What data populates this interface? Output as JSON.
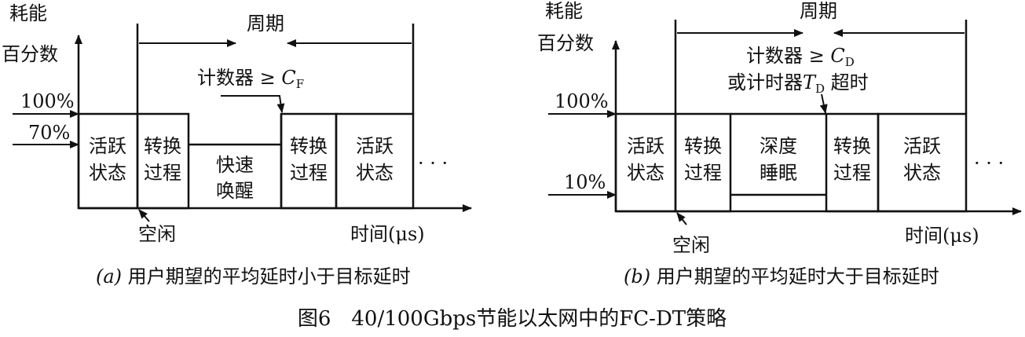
{
  "panel_a": {
    "y_label_1": "耗能",
    "y_label_2": "百分数",
    "period": "周期",
    "level_high": "100%",
    "level_low": "70%",
    "counter_prefix": "计数器 ≥ ",
    "counter_var": "C",
    "counter_sub": "F",
    "states": {
      "active1_l1": "活跃",
      "active1_l2": "状态",
      "trans1_l1": "转换",
      "trans1_l2": "过程",
      "wake_l1": "快速",
      "wake_l2": "唤醒",
      "trans2_l1": "转换",
      "trans2_l2": "过程",
      "active2_l1": "活跃",
      "active2_l2": "状态"
    },
    "ellipsis": "· · ·",
    "idle": "空闲",
    "time_axis": "时间(μs)",
    "caption_tag": "(a)",
    "caption_text": " 用户期望的平均延时小于目标延时"
  },
  "panel_b": {
    "y_label_1": "耗能",
    "y_label_2": "百分数",
    "period": "周期",
    "level_high": "100%",
    "level_low": "10%",
    "counter_prefix": "计数器 ≥ ",
    "counter_var": "C",
    "counter_sub": "D",
    "timer_prefix": "或计时器",
    "timer_var": "T",
    "timer_sub": "D",
    "timer_suffix": " 超时",
    "states": {
      "active1_l1": "活跃",
      "active1_l2": "状态",
      "trans1_l1": "转换",
      "trans1_l2": "过程",
      "sleep_l1": "深度",
      "sleep_l2": "睡眠",
      "trans2_l1": "转换",
      "trans2_l2": "过程",
      "active2_l1": "活跃",
      "active2_l2": "状态"
    },
    "ellipsis": "· · ·",
    "idle": "空闲",
    "time_axis": "时间(μs)",
    "caption_tag": "(b)",
    "caption_text": " 用户期望的平均延时大于目标延时"
  },
  "figure_title": "图6　40/100Gbps节能以太网中的FC-DT策略"
}
